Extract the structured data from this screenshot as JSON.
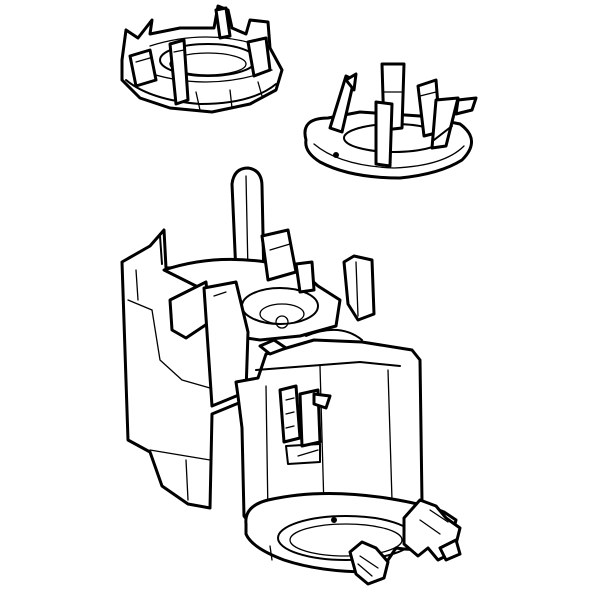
{
  "diagram": {
    "type": "exploded-parts-drawing",
    "parts": [
      {
        "id": "ring-cap",
        "shape": "round retaining ring with upright clips"
      },
      {
        "id": "clip-ring",
        "shape": "flanged ring with upright prongs"
      },
      {
        "id": "valve-housing",
        "shape": "housing body with float rod and clip collar"
      }
    ]
  },
  "colors": {
    "line": "#000000",
    "background": "#ffffff"
  }
}
